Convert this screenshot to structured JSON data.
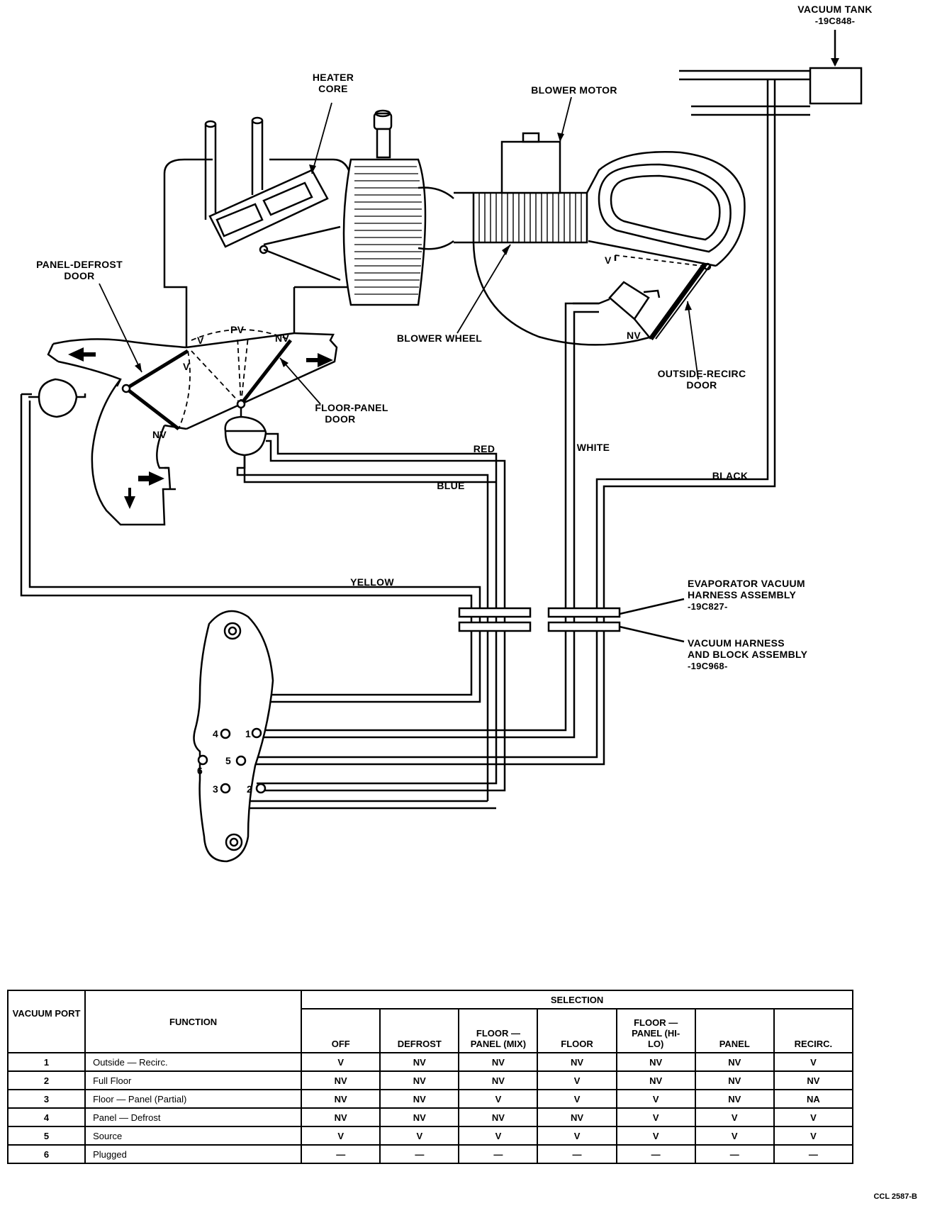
{
  "diagram": {
    "labels": {
      "vacuum_tank": "VACUUM TANK",
      "vacuum_tank_part": "-19C848-",
      "heater_core_1": "HEATER",
      "heater_core_2": "CORE",
      "blower_motor": "BLOWER MOTOR",
      "panel_defrost_door_1": "PANEL-DEFROST",
      "panel_defrost_door_2": "DOOR",
      "blower_wheel": "BLOWER WHEEL",
      "outside_recirc_door_1": "OUTSIDE-RECIRC",
      "outside_recirc_door_2": "DOOR",
      "floor_panel_door_1": "FLOOR-PANEL",
      "floor_panel_door_2": "DOOR",
      "red": "RED",
      "white": "WHITE",
      "blue": "BLUE",
      "black": "BLACK",
      "yellow": "YELLOW",
      "evap_harness_1": "EVAPORATOR VACUUM",
      "evap_harness_2": "HARNESS ASSEMBLY",
      "evap_harness_3": "-19C827-",
      "harness_block_1": "VACUUM HARNESS",
      "harness_block_2": "AND BLOCK ASSEMBLY",
      "harness_block_3": "-19C968-",
      "v": "V",
      "nv": "NV",
      "pv": "PV",
      "port_1": "1",
      "port_2": "2",
      "port_3": "3",
      "port_4": "4",
      "port_5": "5",
      "port_6": "6"
    }
  },
  "table": {
    "header_port": "VACUUM PORT",
    "header_function": "FUNCTION",
    "header_selection": "SELECTION",
    "columns": [
      "OFF",
      "DEFROST",
      "FLOOR — PANEL (MIX)",
      "FLOOR",
      "FLOOR — PANEL (HI-LO)",
      "PANEL",
      "RECIRC."
    ],
    "rows": [
      {
        "port": "1",
        "function": "Outside — Recirc.",
        "values": [
          "V",
          "NV",
          "NV",
          "NV",
          "NV",
          "NV",
          "V"
        ]
      },
      {
        "port": "2",
        "function": "Full Floor",
        "values": [
          "NV",
          "NV",
          "NV",
          "V",
          "NV",
          "NV",
          "NV"
        ]
      },
      {
        "port": "3",
        "function": "Floor — Panel (Partial)",
        "values": [
          "NV",
          "NV",
          "V",
          "V",
          "V",
          "NV",
          "NA"
        ]
      },
      {
        "port": "4",
        "function": "Panel — Defrost",
        "values": [
          "NV",
          "NV",
          "NV",
          "NV",
          "V",
          "V",
          "V"
        ]
      },
      {
        "port": "5",
        "function": "Source",
        "values": [
          "V",
          "V",
          "V",
          "V",
          "V",
          "V",
          "V"
        ]
      },
      {
        "port": "6",
        "function": "Plugged",
        "values": [
          "—",
          "—",
          "—",
          "—",
          "—",
          "—",
          "—"
        ]
      }
    ]
  },
  "figure_code": "CCL 2587-B"
}
